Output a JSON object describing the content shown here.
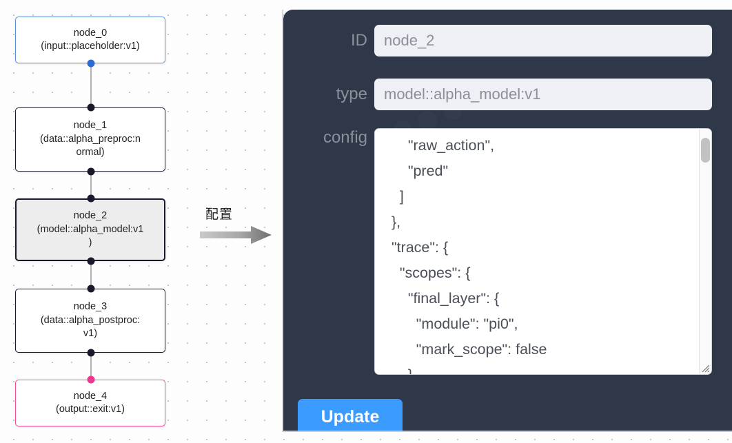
{
  "canvas": {
    "nodes": [
      {
        "id": "node_0",
        "label": "node_0\n(input::placeholder:v1)",
        "style": "blue-node",
        "selected": false
      },
      {
        "id": "node_1",
        "label": "node_1\n(data::alpha_preproc:n\normal)",
        "style": "default-node",
        "selected": false
      },
      {
        "id": "node_2",
        "label": "node_2\n(model::alpha_model:v1\n)",
        "style": "default-node",
        "selected": true
      },
      {
        "id": "node_3",
        "label": "node_3\n(data::alpha_postproc:\nv1)",
        "style": "default-node",
        "selected": false
      },
      {
        "id": "node_4",
        "label": "node_4\n(output::exit:v1)",
        "style": "pink-node",
        "selected": false
      }
    ],
    "edges": [
      {
        "from": "node_0",
        "to": "node_1"
      },
      {
        "from": "node_1",
        "to": "node_2"
      },
      {
        "from": "node_2",
        "to": "node_3"
      },
      {
        "from": "node_3",
        "to": "node_4"
      }
    ]
  },
  "annotation": {
    "label": "配置",
    "arrow": "arrow-right-icon"
  },
  "panel": {
    "fields": {
      "id": {
        "label": "ID",
        "value": "node_2",
        "placeholder": "node_2"
      },
      "type": {
        "label": "type",
        "value": "model::alpha_model:v1",
        "placeholder": "model::alpha_model:v1"
      },
      "config": {
        "label": "config",
        "value": "      \"raw_action\",\n      \"pred\"\n    ]\n  },\n  \"trace\": {\n    \"scopes\": {\n      \"final_layer\": {\n        \"module\": \"pi0\",\n        \"mark_scope\": false\n      },\n      \"action_model\": {",
        "scroll_position": "top"
      }
    },
    "update_button": {
      "label": "Update"
    },
    "colors": {
      "panel_background": "#2f3849",
      "label_text": "#8b909b",
      "input_background": "#eef0f5",
      "input_text": "#8a8f99",
      "accent_button": "#3b9bff",
      "textarea_text": "#4a4f59"
    }
  },
  "theme": {
    "canvas_background": "#fdfdfd",
    "grid_dot": "#c8c8cc",
    "node_border": "#1a192b",
    "node_border_blue": "#5a8ad8",
    "node_border_pink": "#ef4d96",
    "node_selected_fill": "#ededed",
    "handle_dark": "#1a192b",
    "handle_blue": "#2b6cd4",
    "handle_pink": "#f0378f",
    "edge_line": "#b1b1b7"
  }
}
